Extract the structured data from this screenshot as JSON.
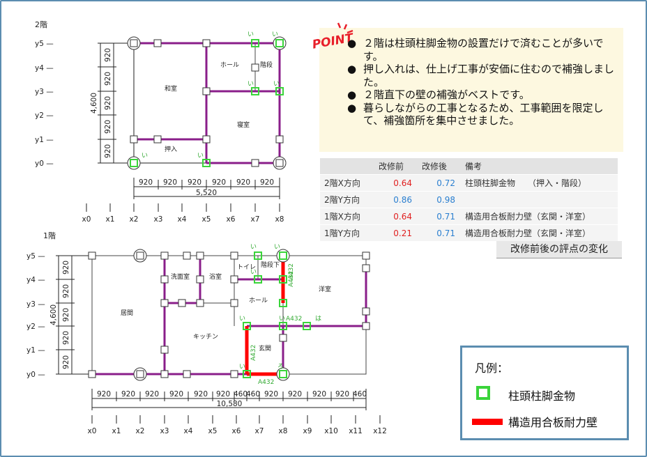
{
  "floor2": {
    "label": "2階",
    "y_axes": [
      "y5 —",
      "y4 —",
      "y3 —",
      "y2 —",
      "y1 —",
      "y0 —"
    ],
    "x_axes": [
      "x0",
      "x1",
      "x2",
      "x3",
      "x4",
      "x5",
      "x6",
      "x7",
      "x8"
    ],
    "v_dims": [
      "920",
      "920",
      "920",
      "920",
      "920"
    ],
    "v_total": "4,600",
    "h_dims": [
      "920",
      "920",
      "920",
      "920",
      "920",
      "920"
    ],
    "h_total": "5,520",
    "rooms": {
      "washitsu": "和室",
      "hall": "ホール",
      "kaidan": "階段",
      "shinshitsu": "寝室",
      "oshiire": "押入"
    },
    "hw_label": "い"
  },
  "floor1": {
    "label": "1階",
    "y_axes": [
      "y5 —",
      "y4 —",
      "y3 —",
      "y2 —",
      "y1 —",
      "y0 —"
    ],
    "x_axes": [
      "x0",
      "x1",
      "x2",
      "x3",
      "x4",
      "x5",
      "x6",
      "x7",
      "x8",
      "x9",
      "x10",
      "x11",
      "x12"
    ],
    "v_dims": [
      "920",
      "920",
      "920",
      "920",
      "920"
    ],
    "v_total": "4,600",
    "h_dims": [
      "920",
      "920",
      "920",
      "920",
      "920",
      "460",
      "460",
      "920",
      "920",
      "920",
      "920",
      "460"
    ],
    "h_total": "10,580",
    "rooms": {
      "senmen": "洗面室",
      "yokushitsu": "浴室",
      "toilet": "トイレ",
      "kaidan_shita": "階段下",
      "hall": "ホール",
      "youshitsu": "洋室",
      "ima": "居間",
      "kitchen": "キッチン",
      "genkan": "玄関"
    },
    "hw_label": "い",
    "hw_label_ha": "は",
    "hw_label_ro": "ろ",
    "wall_label": "A432"
  },
  "point": {
    "badge": "POINT",
    "items": [
      "２階は柱頭柱脚金物の設置だけで済むことが多いです。",
      "押し入れは、仕上げ工事が安価に住むので補強しました。",
      "２階直下の壁の補強がベストです。",
      "暮らしながらの工事となるため、工事範囲を限定して、補強箇所を集中させました。"
    ]
  },
  "score_table": {
    "headers": [
      "",
      "改修前",
      "改修後",
      "備考"
    ],
    "rows": [
      {
        "label": "2階X方向",
        "before": "0.64",
        "after": "0.72",
        "note": "柱頭柱脚金物　　（押入・階段）"
      },
      {
        "label": "2階Y方向",
        "before": "0.86",
        "after": "0.98",
        "note": ""
      },
      {
        "label": "1階X方向",
        "before": "0.64",
        "after": "0.71",
        "note": "構造用合板耐力壁（玄関・洋室）"
      },
      {
        "label": "1階Y方向",
        "before": "0.21",
        "after": "0.71",
        "note": "構造用合板耐力壁（玄関・洋室）"
      }
    ],
    "caption": "改修前後の評点の変化"
  },
  "legend": {
    "title": "凡例：",
    "hardware": "柱頭柱脚金物",
    "wall": "構造用合板耐力壁"
  },
  "colors": {
    "wall_purple": "#8a1e8a",
    "hardware_green": "#3ad43a",
    "plywood_red": "#ff0000",
    "frame_blue": "#5b8db0",
    "before_red": "#e02020",
    "after_blue": "#2a7fd0"
  }
}
